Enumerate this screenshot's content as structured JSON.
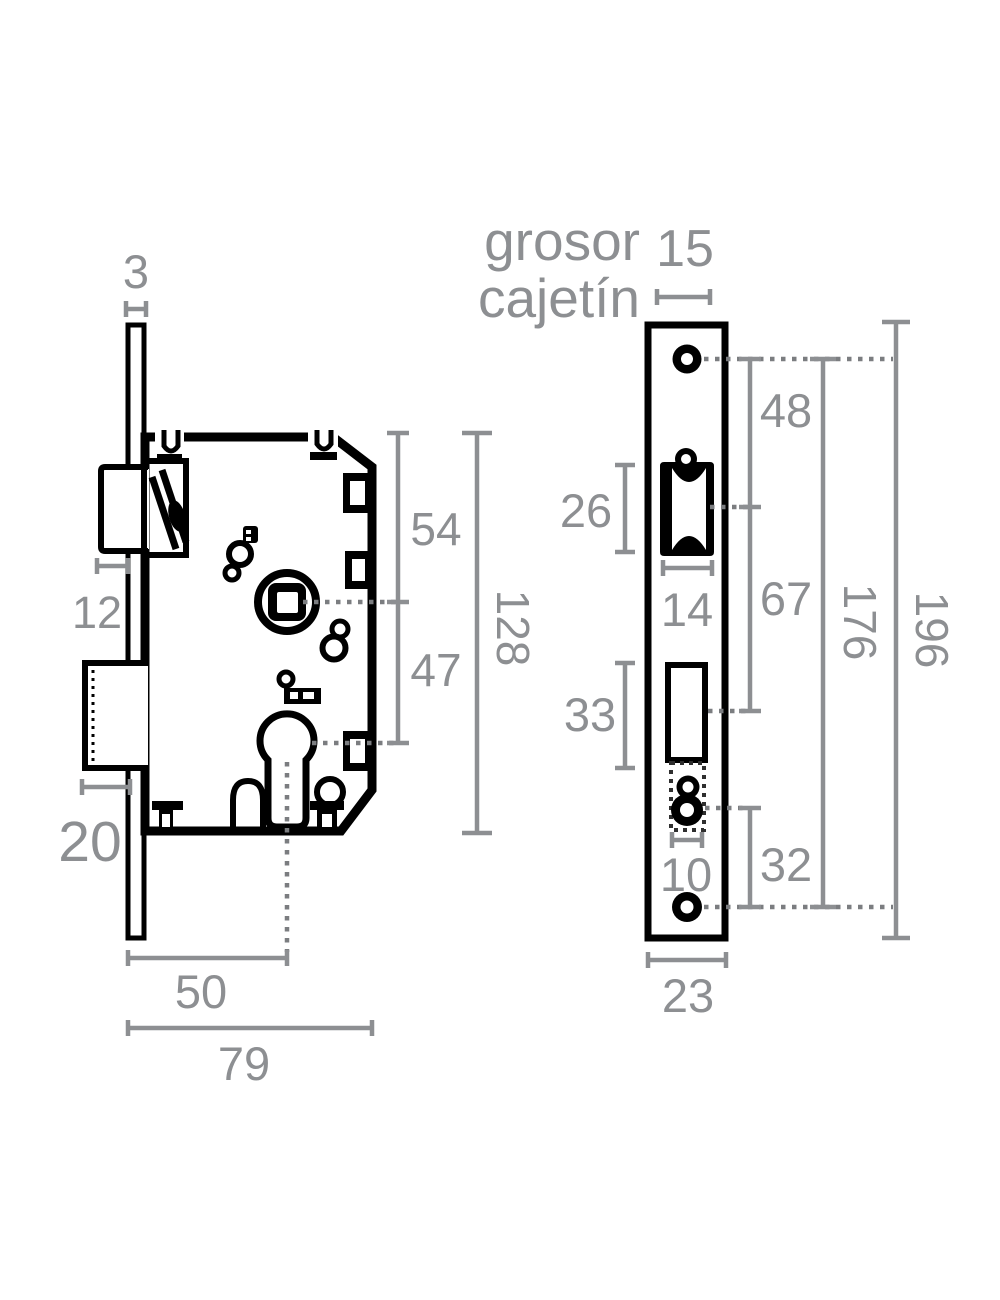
{
  "note": {
    "line1": "grosor",
    "line2": "cajetín"
  },
  "dims": {
    "side": {
      "faceplate_thickness": "3",
      "latch_projection": "12",
      "deadbolt_projection": "20",
      "top_to_follower": "54",
      "follower_to_cylinder": "47",
      "case_height": "128",
      "backset": "50",
      "case_depth": "79"
    },
    "front": {
      "case_thickness": "15",
      "latch_opening_height": "26",
      "latch_opening_width": "14",
      "screw_to_latch": "48",
      "latch_to_deadbolt": "67",
      "deadbolt_opening_height": "33",
      "cylinder_opening_width": "10",
      "cylinder_to_screw": "32",
      "screw_spacing": "176",
      "faceplate_height": "196",
      "faceplate_width": "23"
    }
  },
  "colors": {
    "ink": "#000000",
    "dimension": "#8d8f92",
    "centerline": "#7b7d80",
    "background": "#ffffff"
  }
}
